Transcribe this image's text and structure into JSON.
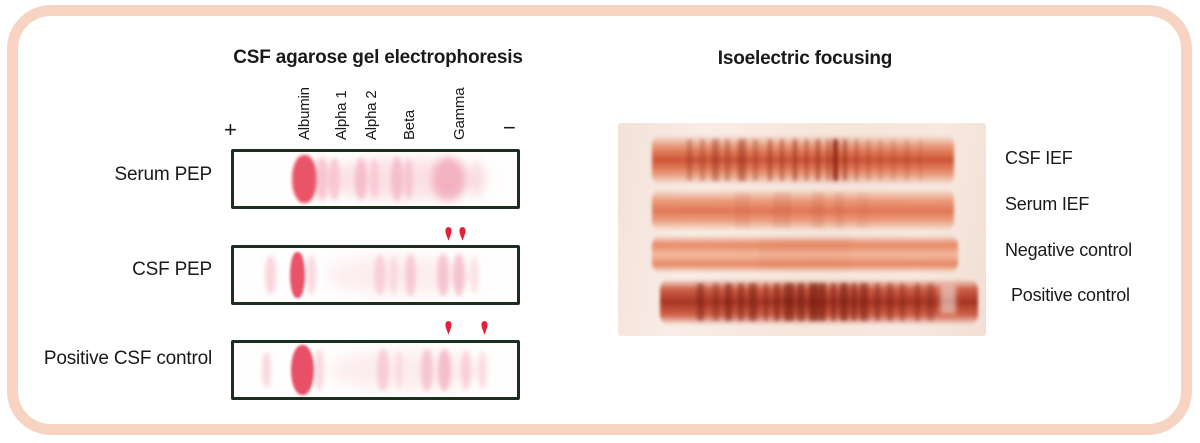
{
  "left_panel": {
    "title": "CSF agarose gel electrophoresis",
    "anode": "+",
    "cathode": "−",
    "fractions": [
      "Albumin",
      "Alpha 1",
      "Alpha 2",
      "Beta",
      "Gamma"
    ],
    "strips": [
      {
        "label": "Serum PEP",
        "arrows": [],
        "bands": [
          {
            "x": 0.249,
            "w": 0.09,
            "c": "#e84b60",
            "o": 0.95,
            "b": 1.5,
            "h": 0.88
          },
          {
            "x": 0.31,
            "w": 0.05,
            "c": "#ef8296",
            "o": 0.45,
            "b": 3,
            "h": 0.8
          },
          {
            "x": 0.354,
            "w": 0.038,
            "c": "#f2a0b0",
            "o": 0.55,
            "b": 2,
            "h": 0.78
          },
          {
            "x": 0.6,
            "w": 0.58,
            "c": "#f7c6cf",
            "o": 0.5,
            "b": 6,
            "h": 0.75
          },
          {
            "x": 0.449,
            "w": 0.042,
            "c": "#f19cad",
            "o": 0.5,
            "b": 2,
            "h": 0.78
          },
          {
            "x": 0.495,
            "w": 0.032,
            "c": "#f3a8b7",
            "o": 0.4,
            "b": 2,
            "h": 0.75
          },
          {
            "x": 0.575,
            "w": 0.042,
            "c": "#f09cae",
            "o": 0.5,
            "b": 2,
            "h": 0.8
          },
          {
            "x": 0.617,
            "w": 0.032,
            "c": "#f2a4b4",
            "o": 0.45,
            "b": 2,
            "h": 0.75
          },
          {
            "x": 0.758,
            "w": 0.12,
            "c": "#ee93a5",
            "o": 0.6,
            "b": 4,
            "h": 0.8
          },
          {
            "x": 0.86,
            "w": 0.05,
            "c": "#f8ccd4",
            "o": 0.4,
            "b": 4,
            "h": 0.7
          }
        ]
      },
      {
        "label": "CSF PEP",
        "arrows": [
          0.751,
          0.8
        ],
        "bands": [
          {
            "x": 0.13,
            "w": 0.038,
            "c": "#f4afbc",
            "o": 0.5,
            "b": 2,
            "h": 0.7
          },
          {
            "x": 0.225,
            "w": 0.052,
            "c": "#e8495f",
            "o": 0.95,
            "b": 1.2,
            "h": 0.86
          },
          {
            "x": 0.274,
            "w": 0.035,
            "c": "#f2a0b0",
            "o": 0.4,
            "b": 2.5,
            "h": 0.75
          },
          {
            "x": 0.59,
            "w": 0.52,
            "c": "#f9d3da",
            "o": 0.35,
            "b": 6,
            "h": 0.7
          },
          {
            "x": 0.516,
            "w": 0.042,
            "c": "#f4b3bf",
            "o": 0.5,
            "b": 2,
            "h": 0.75
          },
          {
            "x": 0.565,
            "w": 0.032,
            "c": "#f5bac5",
            "o": 0.4,
            "b": 2,
            "h": 0.72
          },
          {
            "x": 0.625,
            "w": 0.038,
            "c": "#f2a7b6",
            "o": 0.5,
            "b": 2,
            "h": 0.76
          },
          {
            "x": 0.74,
            "w": 0.042,
            "c": "#f1a3b3",
            "o": 0.55,
            "b": 2,
            "h": 0.78
          },
          {
            "x": 0.796,
            "w": 0.042,
            "c": "#f0a0b1",
            "o": 0.55,
            "b": 2,
            "h": 0.78
          },
          {
            "x": 0.849,
            "w": 0.032,
            "c": "#f5bac5",
            "o": 0.35,
            "b": 2,
            "h": 0.7
          }
        ]
      },
      {
        "label": "Positive CSF control",
        "arrows": [
          0.751,
          0.874
        ],
        "bands": [
          {
            "x": 0.116,
            "w": 0.032,
            "c": "#f5b6c2",
            "o": 0.5,
            "b": 2,
            "h": 0.68
          },
          {
            "x": 0.242,
            "w": 0.084,
            "c": "#e74960",
            "o": 0.96,
            "b": 1.2,
            "h": 0.92
          },
          {
            "x": 0.302,
            "w": 0.035,
            "c": "#f2a0b0",
            "o": 0.4,
            "b": 2.5,
            "h": 0.78
          },
          {
            "x": 0.61,
            "w": 0.54,
            "c": "#f9d3da",
            "o": 0.38,
            "b": 6,
            "h": 0.72
          },
          {
            "x": 0.526,
            "w": 0.042,
            "c": "#f3adba",
            "o": 0.5,
            "b": 2,
            "h": 0.76
          },
          {
            "x": 0.582,
            "w": 0.028,
            "c": "#f6bec9",
            "o": 0.35,
            "b": 2,
            "h": 0.7
          },
          {
            "x": 0.681,
            "w": 0.042,
            "c": "#f1a2b2",
            "o": 0.5,
            "b": 2,
            "h": 0.76
          },
          {
            "x": 0.744,
            "w": 0.046,
            "c": "#efa0b0",
            "o": 0.6,
            "b": 2,
            "h": 0.78
          },
          {
            "x": 0.821,
            "w": 0.035,
            "c": "#f2abb8",
            "o": 0.45,
            "b": 2,
            "h": 0.74
          },
          {
            "x": 0.877,
            "w": 0.032,
            "c": "#f4b4c0",
            "o": 0.4,
            "b": 2,
            "h": 0.7
          }
        ]
      }
    ]
  },
  "right_panel": {
    "title": "Isoelectric focusing",
    "lanes": [
      {
        "label": "CSF IEF",
        "stripe_color": "#8a2014",
        "stripes": [
          {
            "x": 0.123,
            "w": 0.016,
            "o": 0.3
          },
          {
            "x": 0.167,
            "w": 0.014,
            "o": 0.28
          },
          {
            "x": 0.21,
            "w": 0.022,
            "o": 0.38
          },
          {
            "x": 0.25,
            "w": 0.014,
            "o": 0.32
          },
          {
            "x": 0.297,
            "w": 0.026,
            "o": 0.42
          },
          {
            "x": 0.343,
            "w": 0.016,
            "o": 0.3
          },
          {
            "x": 0.39,
            "w": 0.014,
            "o": 0.45
          },
          {
            "x": 0.43,
            "w": 0.012,
            "o": 0.4
          },
          {
            "x": 0.473,
            "w": 0.014,
            "o": 0.52
          },
          {
            "x": 0.51,
            "w": 0.01,
            "o": 0.45
          },
          {
            "x": 0.55,
            "w": 0.012,
            "o": 0.5
          },
          {
            "x": 0.583,
            "w": 0.01,
            "o": 0.45
          },
          {
            "x": 0.607,
            "w": 0.016,
            "o": 0.9
          },
          {
            "x": 0.64,
            "w": 0.012,
            "o": 0.5
          },
          {
            "x": 0.677,
            "w": 0.01,
            "o": 0.38
          },
          {
            "x": 0.717,
            "w": 0.01,
            "o": 0.25
          },
          {
            "x": 0.757,
            "w": 0.012,
            "o": 0.22
          },
          {
            "x": 0.8,
            "w": 0.01,
            "o": 0.2
          },
          {
            "x": 0.845,
            "w": 0.012,
            "o": 0.18
          },
          {
            "x": 0.89,
            "w": 0.01,
            "o": 0.16
          }
        ]
      },
      {
        "label": "Serum IEF",
        "stripe_color": "#b14a2c",
        "stripes": [
          {
            "x": 0.3,
            "w": 0.05,
            "o": 0.1
          },
          {
            "x": 0.43,
            "w": 0.06,
            "o": 0.12
          },
          {
            "x": 0.55,
            "w": 0.04,
            "o": 0.14
          },
          {
            "x": 0.62,
            "w": 0.03,
            "o": 0.12
          },
          {
            "x": 0.7,
            "w": 0.04,
            "o": 0.08
          }
        ]
      },
      {
        "label": "Negative control",
        "stripe_color": "#c05a38",
        "stripes": [
          {
            "x": 0.5,
            "w": 0.3,
            "o": 0.06
          }
        ]
      },
      {
        "label": "Positive control",
        "stripe_color": "#6f1a0e",
        "stripes": [
          {
            "x": 0.127,
            "w": 0.024,
            "o": 0.45
          },
          {
            "x": 0.175,
            "w": 0.018,
            "o": 0.35
          },
          {
            "x": 0.216,
            "w": 0.024,
            "o": 0.5
          },
          {
            "x": 0.254,
            "w": 0.018,
            "o": 0.45
          },
          {
            "x": 0.292,
            "w": 0.024,
            "o": 0.5
          },
          {
            "x": 0.333,
            "w": 0.015,
            "o": 0.42
          },
          {
            "x": 0.368,
            "w": 0.018,
            "o": 0.48
          },
          {
            "x": 0.406,
            "w": 0.03,
            "o": 0.6
          },
          {
            "x": 0.444,
            "w": 0.024,
            "o": 0.55
          },
          {
            "x": 0.483,
            "w": 0.03,
            "o": 0.65
          },
          {
            "x": 0.51,
            "w": 0.024,
            "o": 0.58
          },
          {
            "x": 0.546,
            "w": 0.018,
            "o": 0.52
          },
          {
            "x": 0.578,
            "w": 0.024,
            "o": 0.58
          },
          {
            "x": 0.61,
            "w": 0.018,
            "o": 0.48
          },
          {
            "x": 0.641,
            "w": 0.024,
            "o": 0.52
          },
          {
            "x": 0.683,
            "w": 0.015,
            "o": 0.42
          },
          {
            "x": 0.724,
            "w": 0.018,
            "o": 0.38
          },
          {
            "x": 0.762,
            "w": 0.015,
            "o": 0.34
          },
          {
            "x": 0.81,
            "w": 0.018,
            "o": 0.36
          },
          {
            "x": 0.851,
            "w": 0.024,
            "o": 0.28
          }
        ]
      }
    ]
  },
  "colors": {
    "frame_border": "#f8d3c2",
    "strip_border": "#1b2e20",
    "albumin_band": "#e84b60",
    "arrow": "#e0233a",
    "ief_base_orange": "#dd6f45",
    "text": "#1a1a1a"
  }
}
